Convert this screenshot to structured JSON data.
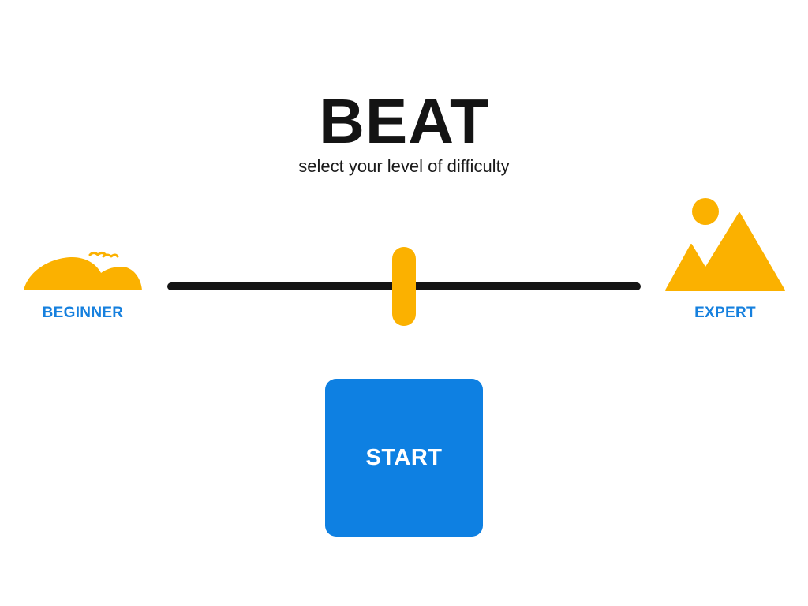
{
  "app": {
    "title": "BEAT",
    "subtitle": "select your level of difficulty"
  },
  "difficulty": {
    "min_label": "BEGINNER",
    "max_label": "EXPERT",
    "min_icon": "hills-icon",
    "max_icon": "mountains-icon",
    "value_fraction": 0.5
  },
  "start_button": {
    "label": "START"
  },
  "colors": {
    "accent_yellow": "#fbb100",
    "accent_blue": "#0e80e2",
    "label_blue": "#1680de",
    "track": "#141414",
    "text": "#141414",
    "background": "#ffffff"
  }
}
